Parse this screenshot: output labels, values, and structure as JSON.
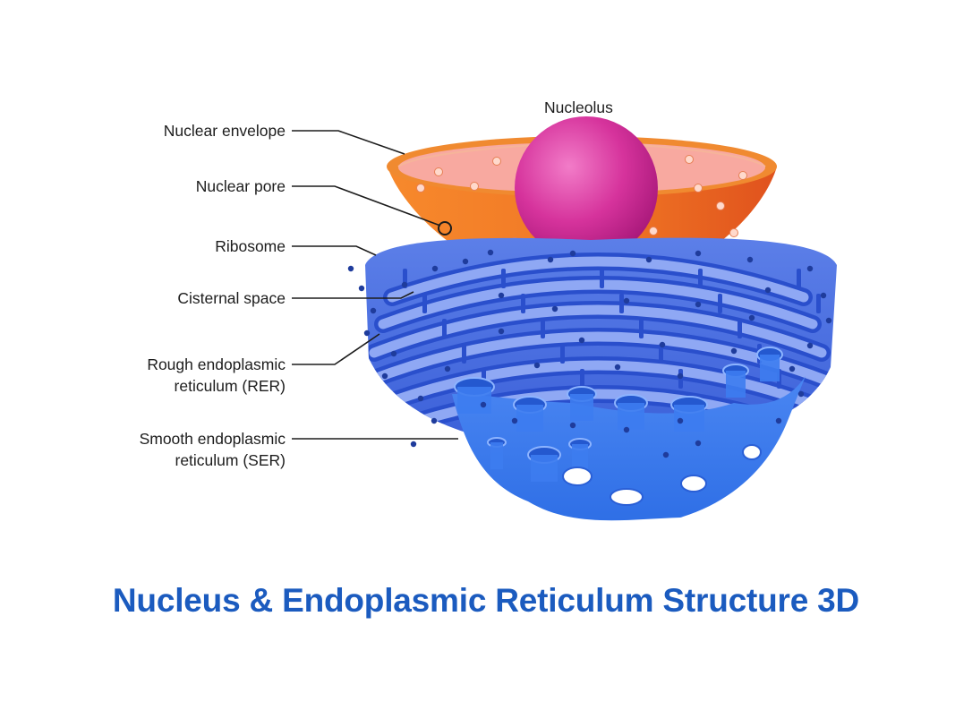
{
  "labels": {
    "nucleolus": "Nucleolus",
    "nuclear_envelope": "Nuclear envelope",
    "nuclear_pore": "Nuclear pore",
    "ribosome": "Ribosome",
    "cisternal_space": "Cisternal space",
    "rer_line1": "Rough endoplasmic",
    "rer_line2": "reticulum (RER)",
    "ser_line1": "Smooth endoplasmic",
    "ser_line2": "reticulum (SER)"
  },
  "title": "Nucleus & Endoplasmic Reticulum Structure 3D",
  "colors": {
    "nucleus_outer": "#ef7a27",
    "nucleus_inner": "#f8a9a0",
    "nucleolus": "#d6339c",
    "er_light": "#6f8ff0",
    "er_dark": "#2e57d6",
    "ser": "#3d7cf0",
    "ribosome": "#1f3c9c",
    "title": "#1b5bbf",
    "leader_line": "#1d1d1d"
  }
}
